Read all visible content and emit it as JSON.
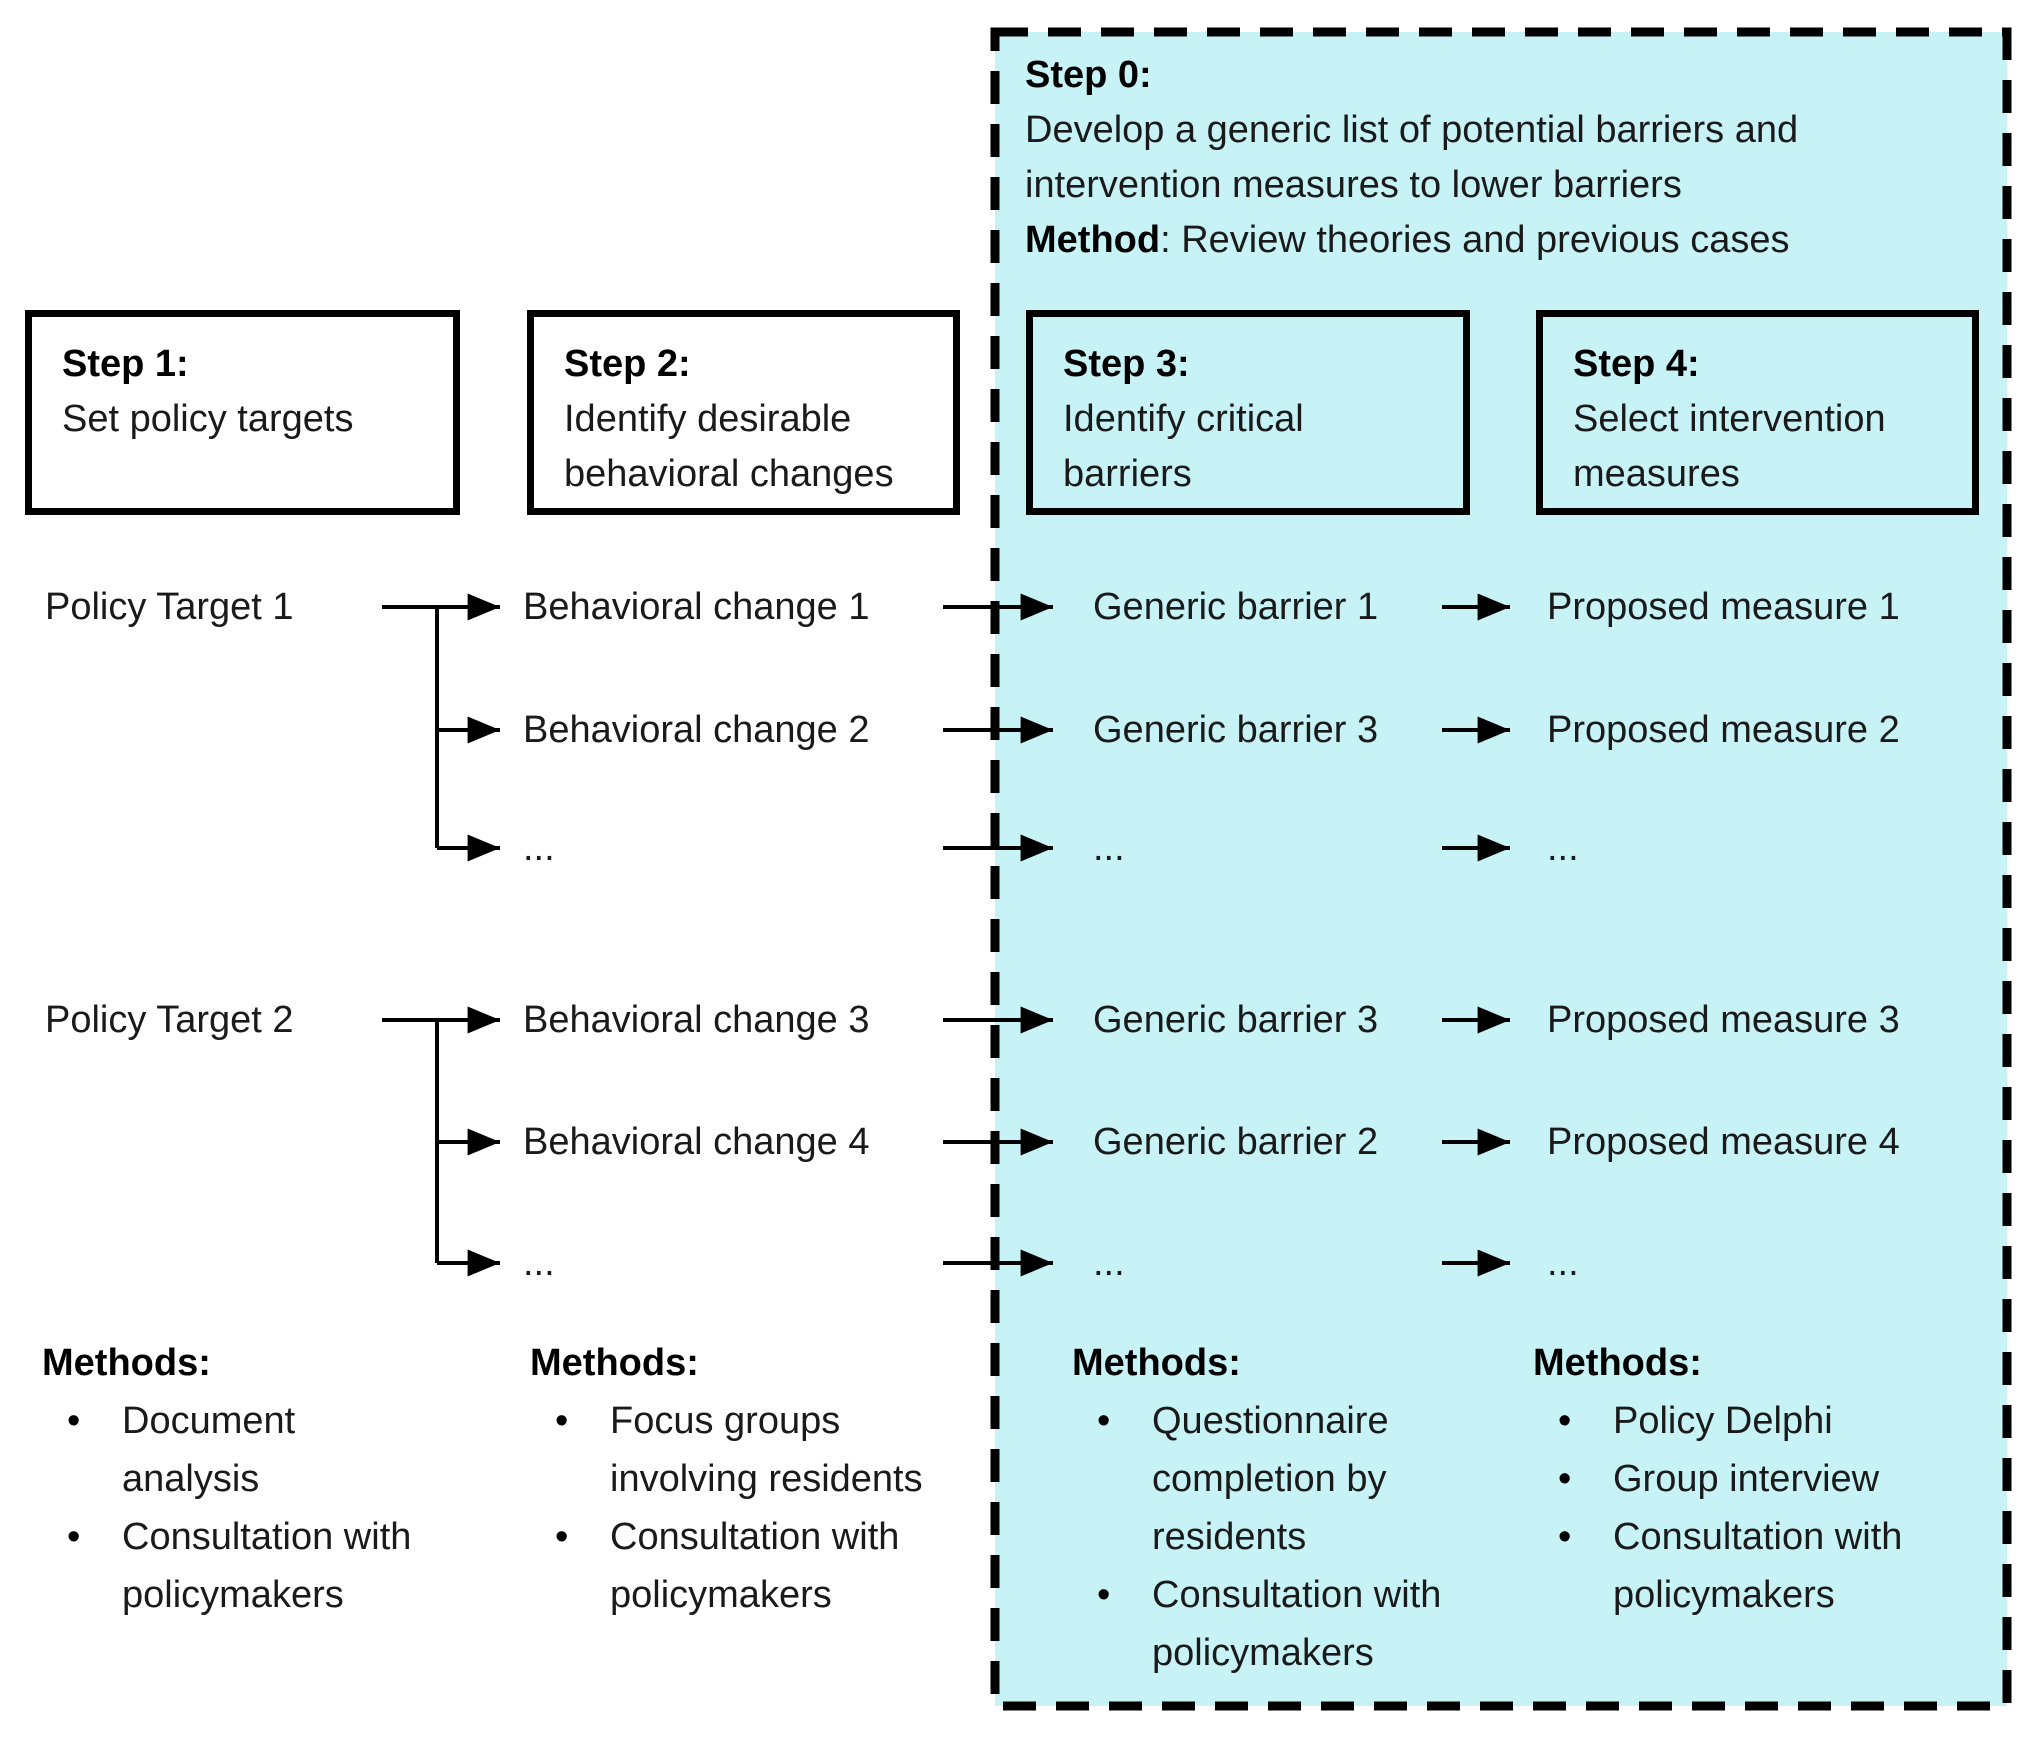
{
  "colors": {
    "panel_fill": "#c7f3f7",
    "line_color": "#000000",
    "text_color": "#1a1a1a"
  },
  "step0": {
    "title": "Step 0:",
    "line1": "Develop a generic list of potential barriers and",
    "line2": "intervention measures to lower barriers",
    "method_label": "Method",
    "method_rest": ": Review theories and previous cases"
  },
  "steps": [
    {
      "title": "Step 1:",
      "lines": [
        "Set policy targets",
        ""
      ]
    },
    {
      "title": "Step 2:",
      "lines": [
        "Identify desirable",
        "behavioral changes"
      ]
    },
    {
      "title": "Step 3:",
      "lines": [
        "Identify critical",
        "barriers"
      ]
    },
    {
      "title": "Step 4:",
      "lines": [
        "Select intervention",
        "measures"
      ]
    }
  ],
  "flow": {
    "policy_targets": [
      "Policy Target 1",
      "Policy Target 2"
    ],
    "group1": {
      "behavioral_changes": [
        "Behavioral change 1",
        "Behavioral change 2",
        "..."
      ],
      "generic_barriers": [
        "Generic barrier 1",
        "Generic barrier 3",
        "..."
      ],
      "proposed_measures": [
        "Proposed measure 1",
        "Proposed measure 2",
        "..."
      ]
    },
    "group2": {
      "behavioral_changes": [
        "Behavioral change 3",
        "Behavioral change 4",
        "..."
      ],
      "generic_barriers": [
        "Generic barrier 3",
        "Generic barrier 2",
        "..."
      ],
      "proposed_measures": [
        "Proposed measure 3",
        "Proposed measure 4",
        "..."
      ]
    }
  },
  "methods": [
    {
      "header": "Methods:",
      "items": [
        {
          "lines": [
            "Document",
            "analysis"
          ]
        },
        {
          "lines": [
            "Consultation with",
            "policymakers"
          ]
        }
      ]
    },
    {
      "header": "Methods:",
      "items": [
        {
          "lines": [
            "Focus groups",
            "involving residents"
          ]
        },
        {
          "lines": [
            "Consultation with",
            "policymakers"
          ]
        }
      ]
    },
    {
      "header": "Methods:",
      "items": [
        {
          "lines": [
            "Questionnaire",
            "completion by",
            "residents"
          ]
        },
        {
          "lines": [
            "Consultation with",
            "policymakers"
          ]
        }
      ]
    },
    {
      "header": "Methods:",
      "items": [
        {
          "lines": [
            "Policy Delphi"
          ]
        },
        {
          "lines": [
            "Group interview"
          ]
        },
        {
          "lines": [
            "Consultation with",
            "policymakers"
          ]
        }
      ]
    }
  ]
}
